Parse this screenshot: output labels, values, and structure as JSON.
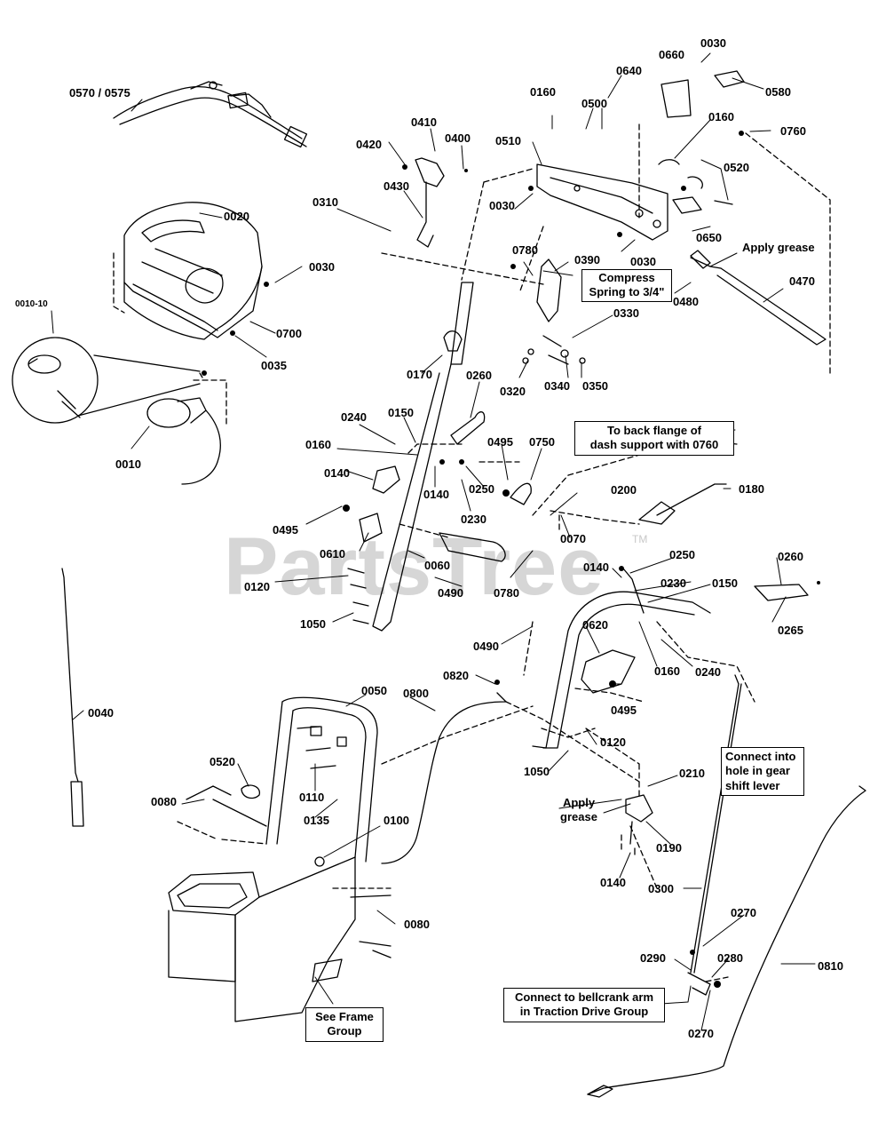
{
  "watermark": {
    "text": "PartsTree",
    "trademark": "TM"
  },
  "part_labels": {
    "p0570_0575": "0570 / 0575",
    "p0660": "0660",
    "p0030_top": "0030",
    "p0580": "0580",
    "p0640": "0640",
    "p0160_top": "0160",
    "p0500": "0500",
    "p0410": "0410",
    "p0400": "0400",
    "p0420": "0420",
    "p0510": "0510",
    "p0160_r": "0160",
    "p0760": "0760",
    "p0430": "0430",
    "p0520_top": "0520",
    "p0020": "0020",
    "p0030_a": "0030",
    "p0310": "0310",
    "p0650": "0650",
    "p0030_b": "0030",
    "p0030_c": "0030",
    "p0780_a": "0780",
    "p0390": "0390",
    "p0470": "0470",
    "p0480": "0480",
    "p0010_10": "0010-10",
    "p0700": "0700",
    "p0035": "0035",
    "p0330": "0330",
    "p0170": "0170",
    "p0260_a": "0260",
    "p0320": "0320",
    "p0340": "0340",
    "p0350": "0350",
    "p0010": "0010",
    "p0240_a": "0240",
    "p0150_a": "0150",
    "p0160_m": "0160",
    "p0495_a": "0495",
    "p0750": "0750",
    "p0140_a": "0140",
    "p0140_b": "0140",
    "p0250_a": "0250",
    "p0230_a": "0230",
    "p0200": "0200",
    "p0180": "0180",
    "p0495_b": "0495",
    "p0070": "0070",
    "p0610": "0610",
    "p0060": "0060",
    "p0120_a": "0120",
    "p0490_a": "0490",
    "p0780_b": "0780",
    "p0250_b": "0250",
    "p0140_c": "0140",
    "p0230_b": "0230",
    "p0150_b": "0150",
    "p0260_b": "0260",
    "p0265": "0265",
    "p1050_a": "1050",
    "p0490_b": "0490",
    "p0620": "0620",
    "p0160_b": "0160",
    "p0240_b": "0240",
    "p0820": "0820",
    "p0495_c": "0495",
    "p0040": "0040",
    "p0050": "0050",
    "p0800": "0800",
    "p0120_b": "0120",
    "p0520_b": "0520",
    "p0110": "0110",
    "p1050_b": "1050",
    "p0080_a": "0080",
    "p0135": "0135",
    "p0210": "0210",
    "p0100": "0100",
    "p0190": "0190",
    "p0140_d": "0140",
    "p0300": "0300",
    "p0080_b": "0080",
    "p0270_a": "0270",
    "p0290": "0290",
    "p0280": "0280",
    "p0810": "0810",
    "p0270_b": "0270"
  },
  "notes": {
    "apply_grease_top": "Apply grease",
    "compress_spring_line1": "Compress",
    "compress_spring_line2": "Spring to 3/4\"",
    "back_flange_line1": "To back flange of",
    "back_flange_line2": "dash support with 0760",
    "connect_gear_line1": "Connect into",
    "connect_gear_line2": "hole in gear",
    "connect_gear_line3": "shift lever",
    "apply_grease_bottom_line1": "Apply",
    "apply_grease_bottom_line2": "grease",
    "bellcrank_line1": "Connect to bellcrank arm",
    "bellcrank_line2": "in Traction Drive Group",
    "see_frame_line1": "See Frame",
    "see_frame_line2": "Group"
  }
}
